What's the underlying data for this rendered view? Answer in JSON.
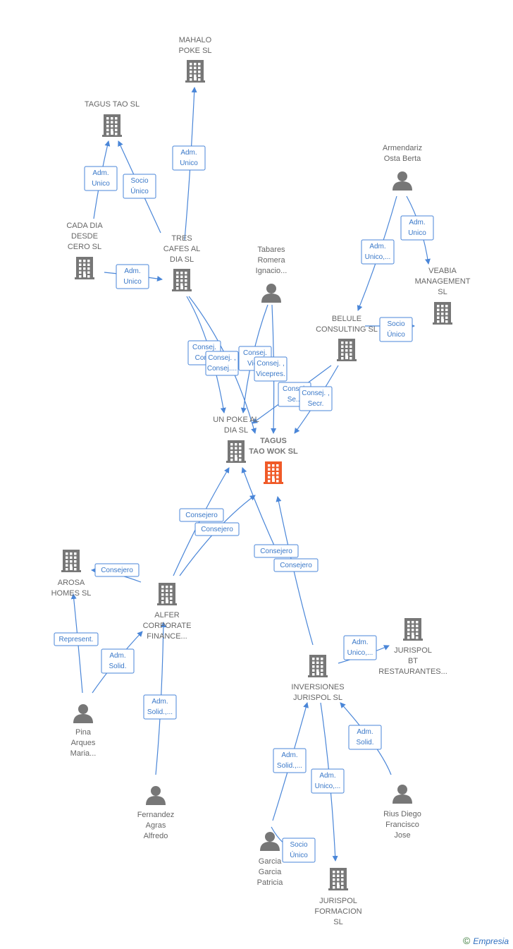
{
  "colors": {
    "company": "#777777",
    "main_company": "#f05a28",
    "person": "#777777",
    "edge": "#4a86d8",
    "label_text": "#3a78c8"
  },
  "nodes": [
    {
      "id": "mahalo",
      "type": "company",
      "lines": [
        "MAHALO",
        "POKE  SL"
      ]
    },
    {
      "id": "tagustao",
      "type": "company",
      "lines": [
        "TAGUS TAO  SL"
      ]
    },
    {
      "id": "cadadia",
      "type": "company",
      "lines": [
        "CADA DIA",
        "DESDE",
        "CERO  SL"
      ]
    },
    {
      "id": "trescafes",
      "type": "company",
      "lines": [
        "TRES",
        "CAFES AL",
        "DIA  SL"
      ]
    },
    {
      "id": "armendariz",
      "type": "person",
      "lines": [
        "Armendariz",
        "Osta Berta"
      ]
    },
    {
      "id": "veabia",
      "type": "company",
      "lines": [
        "VEABIA",
        "MANAGEMENT",
        "SL"
      ]
    },
    {
      "id": "tabares",
      "type": "person",
      "lines": [
        "Tabares",
        "Romera",
        "Ignacio..."
      ]
    },
    {
      "id": "belule",
      "type": "company",
      "lines": [
        "BELULE",
        "CONSULTING SL"
      ]
    },
    {
      "id": "unpoke",
      "type": "company",
      "lines": [
        "UN POKE AL",
        "DIA  SL"
      ]
    },
    {
      "id": "tagustaowok",
      "type": "main",
      "lines": [
        "TAGUS",
        "TAO WOK  SL"
      ]
    },
    {
      "id": "arosa",
      "type": "company",
      "lines": [
        "AROSA",
        "HOMES  SL"
      ]
    },
    {
      "id": "alfer",
      "type": "company",
      "lines": [
        "ALFER",
        "CORPORATE",
        "FINANCE..."
      ]
    },
    {
      "id": "jurispolbt",
      "type": "company",
      "lines": [
        "JURISPOL",
        "BT",
        "RESTAURANTES..."
      ]
    },
    {
      "id": "inversiones",
      "type": "company",
      "lines": [
        "INVERSIONES",
        "JURISPOL  SL"
      ]
    },
    {
      "id": "pina",
      "type": "person",
      "lines": [
        "Pina",
        "Arques",
        "Maria..."
      ]
    },
    {
      "id": "fernandez",
      "type": "person",
      "lines": [
        "Fernandez",
        "Agras",
        "Alfredo"
      ]
    },
    {
      "id": "rius",
      "type": "person",
      "lines": [
        "Rius Diego",
        "Francisco",
        "Jose"
      ]
    },
    {
      "id": "garcia",
      "type": "person",
      "lines": [
        "Garcia",
        "Garcia",
        "Patricia"
      ]
    },
    {
      "id": "jurispolformacion",
      "type": "company",
      "lines": [
        "JURISPOL",
        "FORMACION",
        "SL"
      ]
    }
  ],
  "edges": [
    {
      "from": "trescafes",
      "to": "mahalo",
      "label": [
        "Adm.",
        "Unico"
      ]
    },
    {
      "from": "cadadia",
      "to": "tagustao",
      "label": [
        "Adm.",
        "Unico"
      ]
    },
    {
      "from": "trescafes",
      "to": "tagustao",
      "label": [
        "Socio",
        "Único"
      ]
    },
    {
      "from": "cadadia",
      "to": "trescafes",
      "label": [
        "Adm.",
        "Unico"
      ]
    },
    {
      "from": "armendariz",
      "to": "belule",
      "label": [
        "Adm.",
        "Unico,..."
      ]
    },
    {
      "from": "armendariz",
      "to": "veabia",
      "label": [
        "Adm.",
        "Unico"
      ]
    },
    {
      "from": "belule",
      "to": "veabia",
      "label": [
        "Socio",
        "Único"
      ]
    },
    {
      "from": "trescafes",
      "to": "unpoke",
      "label": [
        "Consej.",
        "Con..."
      ]
    },
    {
      "from": "trescafes",
      "to": "tagustaowok",
      "label": [
        "Consej. ,",
        "Consej...."
      ]
    },
    {
      "from": "tabares",
      "to": "unpoke",
      "label": [
        "Consej.",
        "Vic..."
      ]
    },
    {
      "from": "tabares",
      "to": "tagustaowok",
      "label": [
        "Consej. ,",
        "Vicepres."
      ]
    },
    {
      "from": "belule",
      "to": "unpoke",
      "label": [
        "Consej.",
        "Se..."
      ]
    },
    {
      "from": "belule",
      "to": "tagustaowok",
      "label": [
        "Consej. ,",
        "Secr."
      ]
    },
    {
      "from": "alfer",
      "to": "unpoke",
      "label": [
        "Consejero"
      ]
    },
    {
      "from": "alfer",
      "to": "tagustaowok",
      "label": [
        "Consejero"
      ]
    },
    {
      "from": "inversiones",
      "to": "unpoke",
      "label": [
        "Consejero"
      ]
    },
    {
      "from": "inversiones",
      "to": "tagustaowok",
      "label": [
        "Consejero"
      ]
    },
    {
      "from": "alfer",
      "to": "arosa",
      "label": [
        "Consejero"
      ]
    },
    {
      "from": "pina",
      "to": "arosa",
      "label": [
        "Represent."
      ]
    },
    {
      "from": "pina",
      "to": "alfer",
      "label": [
        "Adm.",
        "Solid."
      ]
    },
    {
      "from": "fernandez",
      "to": "alfer",
      "label": [
        "Adm.",
        "Solid.,..."
      ]
    },
    {
      "from": "inversiones",
      "to": "jurispolbt",
      "label": [
        "Adm.",
        "Unico,..."
      ]
    },
    {
      "from": "rius",
      "to": "inversiones",
      "label": [
        "Adm.",
        "Solid."
      ]
    },
    {
      "from": "garcia",
      "to": "inversiones",
      "label": [
        "Adm.",
        "Solid.,..."
      ]
    },
    {
      "from": "inversiones",
      "to": "jurispolformacion",
      "label": [
        "Adm.",
        "Unico,..."
      ]
    },
    {
      "from": "garcia",
      "to": "jurispolformacion",
      "label": [
        "Socio",
        "Único"
      ]
    }
  ],
  "footer": {
    "copyright": "©",
    "brand": "Empresia"
  }
}
